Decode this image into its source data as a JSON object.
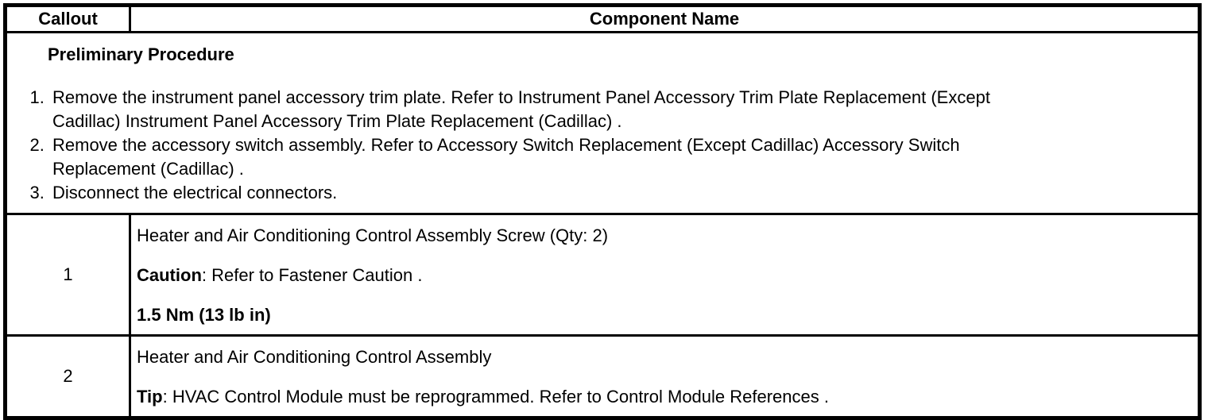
{
  "page": {
    "background_color": "#ffffff",
    "border_color": "#000000",
    "text_color": "#000000"
  },
  "table": {
    "header": {
      "callout": "Callout",
      "component": "Component Name"
    },
    "preliminary": {
      "title": "Preliminary Procedure",
      "steps": [
        "Remove the instrument panel accessory trim plate. Refer to Instrument Panel Accessory Trim Plate Replacement (Except\nCadillac) Instrument Panel Accessory Trim Plate Replacement (Cadillac) .",
        "Remove the accessory switch assembly. Refer to Accessory Switch Replacement (Except Cadillac) Accessory Switch\nReplacement (Cadillac) .",
        "Disconnect the electrical connectors."
      ]
    },
    "rows": [
      {
        "callout": "1",
        "component": "Heater and Air Conditioning Control Assembly Screw (Qty: 2)",
        "note_label": "Caution",
        "note_text": ": Refer to Fastener Caution .",
        "torque": "1.5 Nm (13 lb in)"
      },
      {
        "callout": "2",
        "component": "Heater and Air Conditioning Control Assembly",
        "note_label": "Tip",
        "note_text": ": HVAC Control Module must be reprogrammed. Refer to Control Module References ."
      }
    ]
  }
}
